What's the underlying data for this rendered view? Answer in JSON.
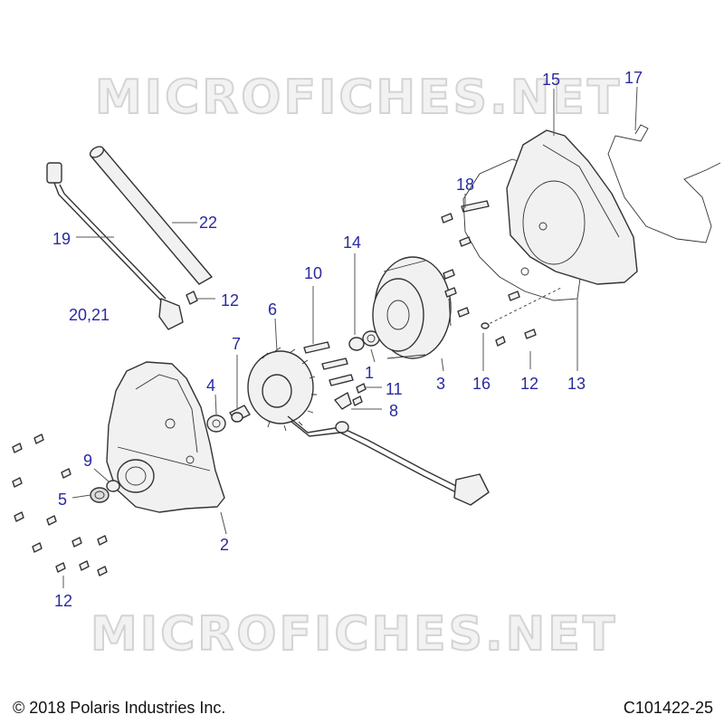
{
  "watermark": "MICROFICHES.NET",
  "footer": {
    "copyright": "© 2018 Polaris Industries Inc.",
    "drawing_id": "C101422-25"
  },
  "callouts": {
    "c1": "1",
    "c2": "2",
    "c3": "3",
    "c4": "4",
    "c5": "5",
    "c6": "6",
    "c7": "7",
    "c8": "8",
    "c9": "9",
    "c10": "10",
    "c11": "11",
    "c12a": "12",
    "c12b": "12",
    "c12c": "12",
    "c13": "13",
    "c14": "14",
    "c15": "15",
    "c16": "16",
    "c17": "17",
    "c18": "18",
    "c19": "19",
    "c2021": "20,21",
    "c22": "22"
  },
  "colors": {
    "callout": "#2a2aa0",
    "line": "#333333"
  }
}
